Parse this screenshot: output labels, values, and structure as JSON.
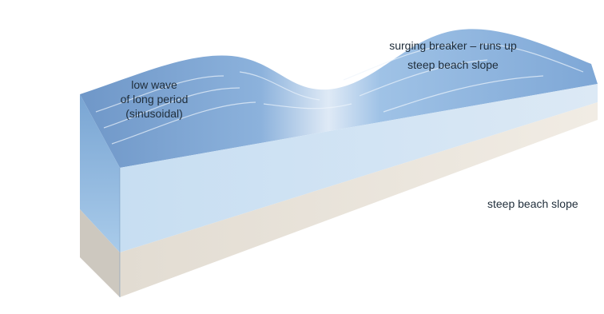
{
  "labels": {
    "low_wave_line1": "low wave",
    "low_wave_line2": "of long period",
    "low_wave_line3": "(sinusoidal)",
    "surging_line1": "surging breaker – runs up",
    "surging_line2": "steep beach slope",
    "right_label": "steep beach slope"
  },
  "colors": {
    "water_top": "#7fa6d4",
    "water_front": "#8fb7dd",
    "water_side": "#bcd8ef",
    "sand_front": "#cfcac2",
    "sand_side": "#e7e1d8",
    "text": "#1f2d3a"
  }
}
